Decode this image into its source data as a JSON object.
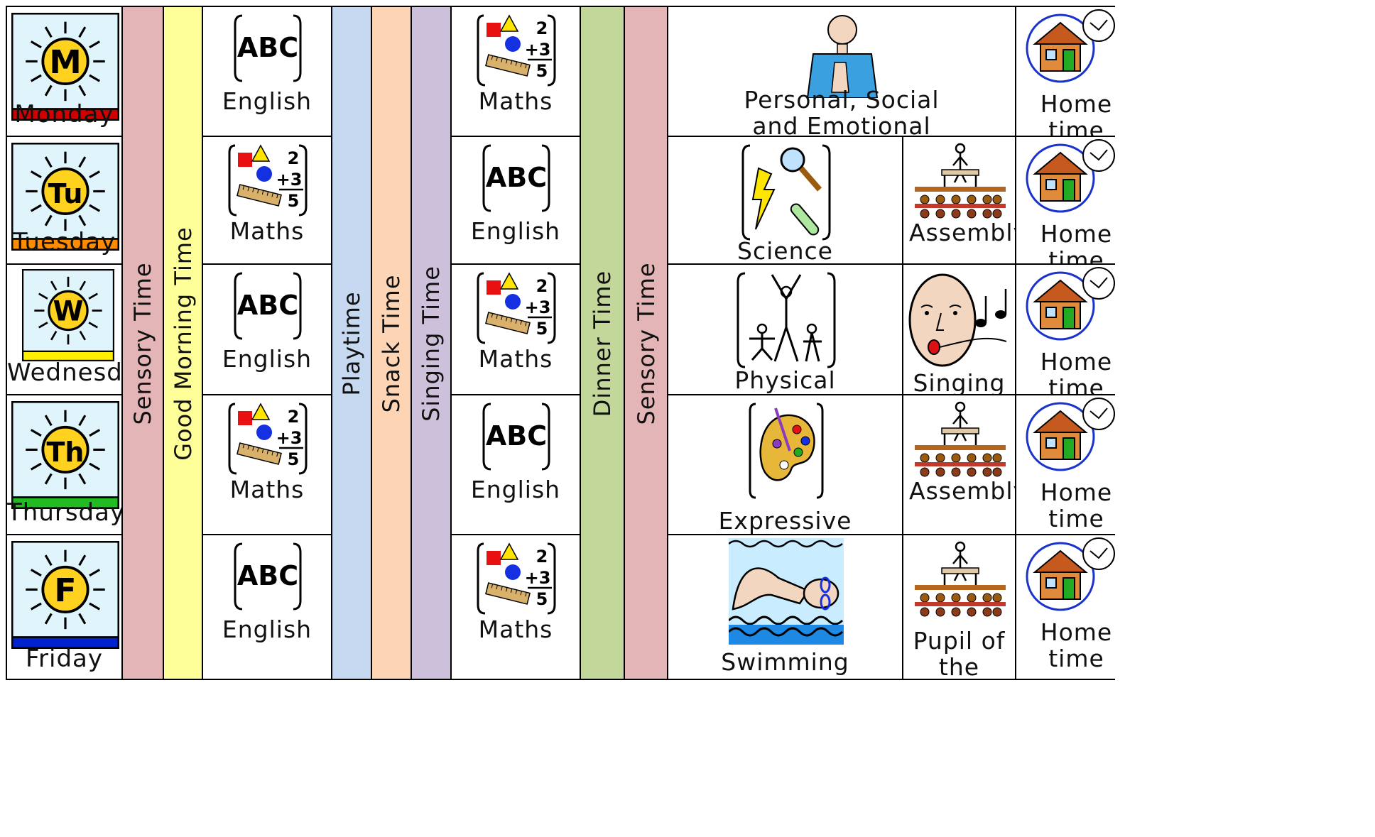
{
  "colors": {
    "sensory": "#e3b5b6",
    "good_morning": "#ffff99",
    "playtime": "#c6d9f0",
    "snack": "#fdd5b4",
    "singing": "#cdc0da",
    "dinner": "#c4d79b"
  },
  "days": [
    {
      "name": "Monday",
      "letter": "M",
      "bar_color": "#d00000"
    },
    {
      "name": "Tuesday",
      "letter": "Tu",
      "bar_color": "#ff8c00"
    },
    {
      "name": "Wednesday",
      "letter": "W",
      "bar_color": "#ffee00"
    },
    {
      "name": "Thursday",
      "letter": "Th",
      "bar_color": "#22bb22"
    },
    {
      "name": "Friday",
      "letter": "F",
      "bar_color": "#0022cc"
    }
  ],
  "bands": {
    "sensory_am": "Sensory Time",
    "good_morning": "Good Morning Time",
    "playtime": "Playtime",
    "snack": "Snack Time",
    "singing": "Singing Time",
    "dinner": "Dinner Time",
    "sensory_pm": "Sensory Time"
  },
  "slot1": [
    {
      "label": "English",
      "icon": "abc-icon"
    },
    {
      "label": "Maths",
      "icon": "maths-icon"
    },
    {
      "label": "English",
      "icon": "abc-icon"
    },
    {
      "label": "Maths",
      "icon": "maths-icon"
    },
    {
      "label": "English",
      "icon": "abc-icon"
    }
  ],
  "slot2": [
    {
      "label": "Maths",
      "icon": "maths-icon"
    },
    {
      "label": "English",
      "icon": "abc-icon"
    },
    {
      "label": "Maths",
      "icon": "maths-icon"
    },
    {
      "label": "English",
      "icon": "abc-icon"
    },
    {
      "label": "Maths",
      "icon": "maths-icon"
    }
  ],
  "afternoon": [
    {
      "label": "Personal, Social and Emotional Development",
      "icon": "person-icon"
    },
    {
      "label": "Science",
      "icon": "science-icon"
    },
    {
      "label": "Physical Development",
      "icon": "physical-icon"
    },
    {
      "label": "Expressive Art and Design",
      "icon": "palette-icon"
    },
    {
      "label": "Swimming",
      "icon": "swimming-icon"
    }
  ],
  "assembly": [
    null,
    {
      "label": "Assembly",
      "icon": "assembly-icon"
    },
    {
      "label": "Singing Assembly",
      "icon": "singing-face-icon"
    },
    {
      "label": "Assembly",
      "icon": "assembly-icon"
    },
    {
      "label": "Pupil of the Week Assembly",
      "icon": "assembly-icon"
    }
  ],
  "home": {
    "label": "Home time",
    "icon": "home-icon"
  },
  "abc_text": "ABC",
  "maths_digits": [
    "2",
    "+3",
    "5"
  ],
  "icon_names": [
    "sun-icon",
    "abc-icon",
    "maths-icon",
    "person-icon",
    "science-icon",
    "physical-icon",
    "palette-icon",
    "swimming-icon",
    "assembly-icon",
    "singing-face-icon",
    "home-icon",
    "clock-icon"
  ]
}
